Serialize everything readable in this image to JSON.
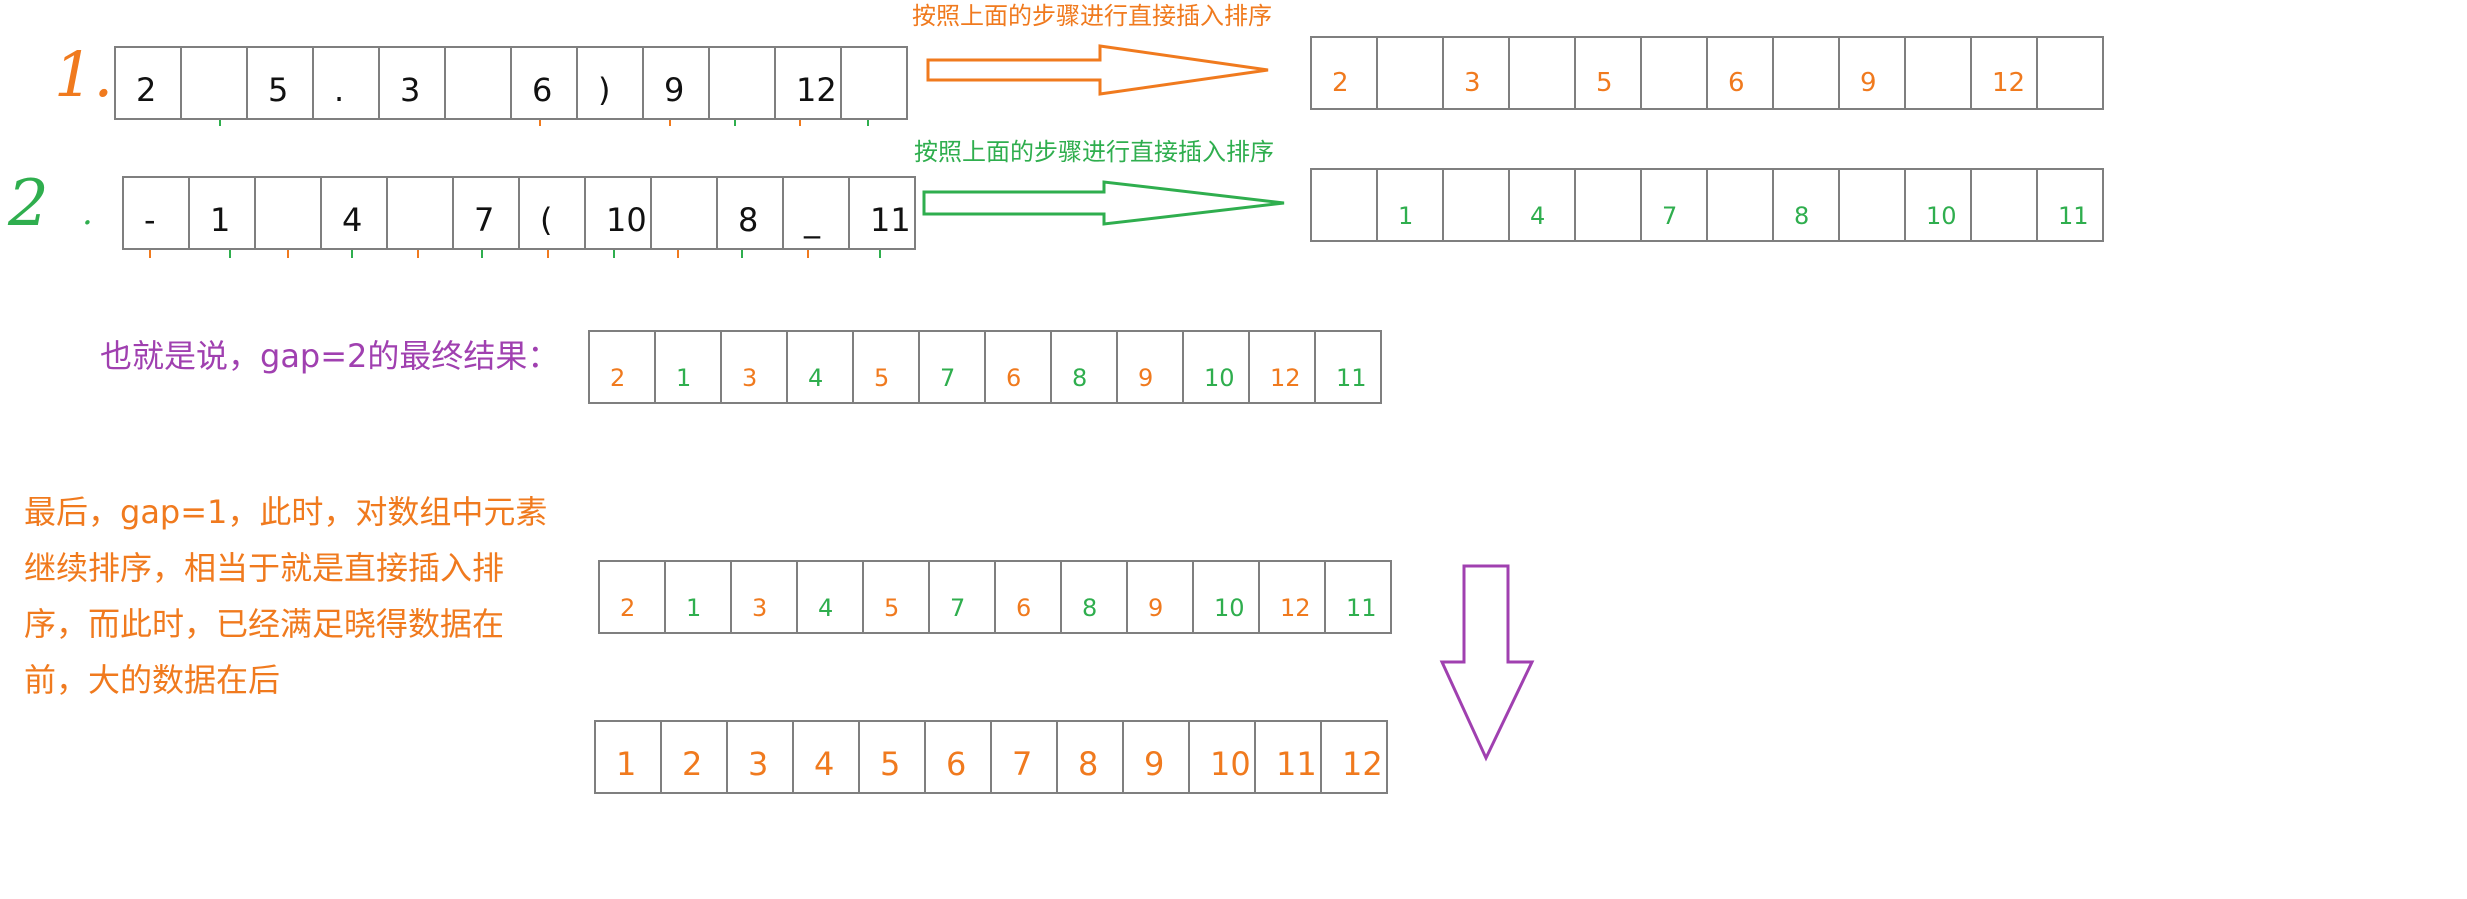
{
  "colors": {
    "orange": "#f07a1e",
    "green": "#2fae4e",
    "purple": "#a040b0",
    "black": "#111111",
    "cell_border": "#7f7f7f"
  },
  "step1": {
    "number": "1.",
    "caption": "按照上面的步骤进行直接插入排序",
    "before": [
      "2",
      "",
      "5",
      ".",
      "3",
      "",
      "6",
      ")",
      "9",
      "",
      "12",
      ""
    ],
    "after": [
      "2",
      "",
      "3",
      "",
      "5",
      "",
      "6",
      "",
      "9",
      "",
      "12",
      ""
    ]
  },
  "step2": {
    "number": "2",
    "dot": ".",
    "caption": "按照上面的步骤进行直接插入排序",
    "before": [
      "-",
      "1",
      "",
      "4",
      "",
      "7",
      "(",
      "10",
      "",
      "8",
      "_",
      "11"
    ],
    "after": [
      "",
      "1",
      "",
      "4",
      "",
      "7",
      "",
      "8",
      "",
      "10",
      "",
      "11"
    ]
  },
  "gap2": {
    "caption": "也就是说，gap=2的最终结果：",
    "values": [
      "2",
      "1",
      "3",
      "4",
      "5",
      "7",
      "6",
      "8",
      "9",
      "10",
      "12",
      "11"
    ]
  },
  "final": {
    "paragraph": [
      "最后，gap=1，此时，对数组中元素",
      "继续排序，相当于就是直接插入排",
      "序，而此时，已经满足晓得数据在",
      "前，大的数据在后"
    ],
    "before": [
      "2",
      "1",
      "3",
      "4",
      "5",
      "7",
      "6",
      "8",
      "9",
      "10",
      "12",
      "11"
    ],
    "sorted": [
      "1",
      "2",
      "3",
      "4",
      "5",
      "6",
      "7",
      "8",
      "9",
      "10",
      "11",
      "12"
    ]
  },
  "icons": [
    "right-arrow-icon",
    "right-arrow-icon",
    "down-arrow-icon"
  ]
}
